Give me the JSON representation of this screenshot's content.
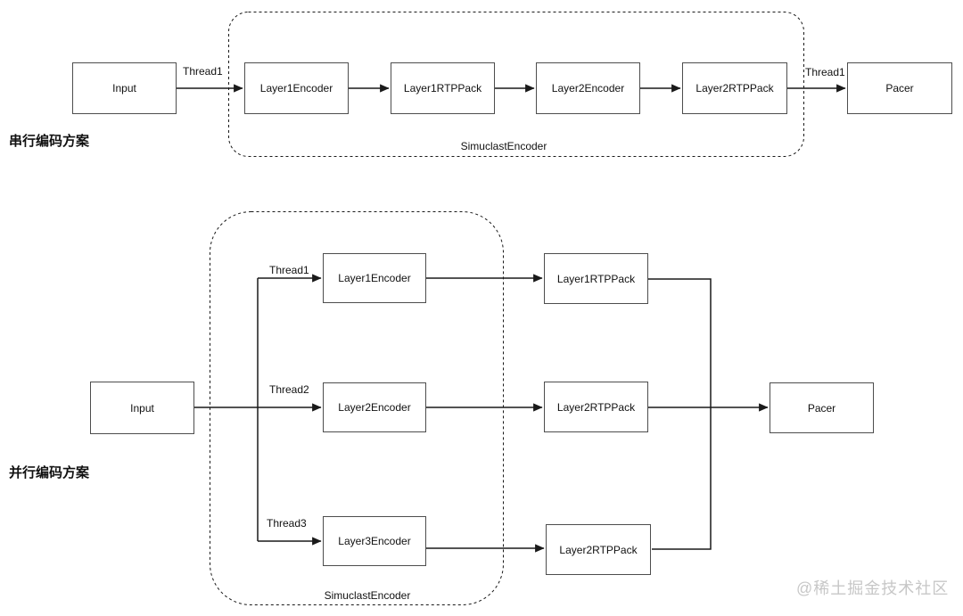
{
  "serial": {
    "title": "串行编码方案",
    "group_label": "SimuclastEncoder",
    "nodes": {
      "input": "Input",
      "encoder1": "Layer1Encoder",
      "rtppack1": "Layer1RTPPack",
      "encoder2": "Layer2Encoder",
      "rtppack2": "Layer2RTPPack",
      "pacer": "Pacer"
    },
    "edge_labels": {
      "input_thread": "Thread1",
      "output_thread": "Thread1"
    }
  },
  "parallel": {
    "title": "并行编码方案",
    "group_label": "SimuclastEncoder",
    "nodes": {
      "input": "Input",
      "encoder1": "Layer1Encoder",
      "encoder2": "Layer2Encoder",
      "encoder3": "Layer3Encoder",
      "rtppack1": "Layer1RTPPack",
      "rtppack2": "Layer2RTPPack",
      "rtppack3": "Layer2RTPPack",
      "pacer": "Pacer"
    },
    "edge_labels": {
      "thread1": "Thread1",
      "thread2": "Thread2",
      "thread3": "Thread3"
    }
  },
  "watermark": "@稀土掘金技术社区",
  "colors": {
    "line": "#1a1a1a",
    "box_border": "#4d4d4d",
    "box_fill": "#ffffff",
    "text": "#111111",
    "watermark": "#c7c7c7",
    "background": "#ffffff"
  }
}
